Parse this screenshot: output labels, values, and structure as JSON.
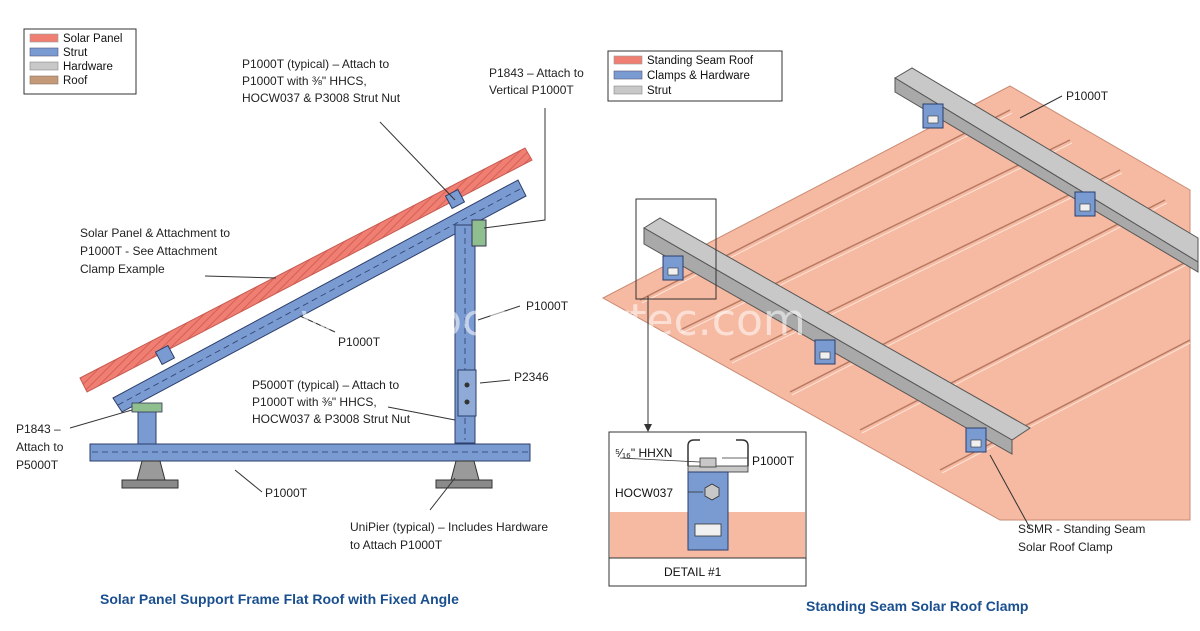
{
  "colors": {
    "solar_panel": "#ef7f73",
    "strut": "#7a9bd1",
    "hardware": "#c8c8c8",
    "roof": "#c49a78",
    "standing_seam_roof": "#f6b9a1",
    "clamps_hardware": "#7a9bd1",
    "title_blue": "#1a4f8f"
  },
  "left": {
    "legend": [
      "Solar Panel",
      "Strut",
      "Hardware",
      "Roof"
    ],
    "callouts": {
      "p1000t_typical": [
        "P1000T (typical) – Attach to",
        "P1000T with ⅜\" HHCS,",
        "HOCW037 & P3008 Strut Nut"
      ],
      "p1843_top": [
        "P1843 – Attach to",
        "Vertical P1000T"
      ],
      "solar_panel_attach": [
        "Solar Panel & Attachment to",
        "P1000T - See Attachment",
        "Clamp Example"
      ],
      "p1000t_vertical": "P1000T",
      "p1000t_incline": "P1000T",
      "p2346": "P2346",
      "p5000t_typical": [
        "P5000T (typical) – Attach to",
        "P1000T with  ⅜\" HHCS,",
        "HOCW037 & P3008 Strut Nut"
      ],
      "p1843_left": [
        "P1843 –",
        "Attach to",
        "P5000T"
      ],
      "p1000t_base": "P1000T",
      "unipier": [
        "UniPier (typical) – Includes Hardware",
        "to Attach P1000T"
      ]
    },
    "title": "Solar Panel Support Frame Flat Roof with Fixed Angle"
  },
  "right": {
    "legend": [
      "Standing Seam Roof",
      "Clamps & Hardware",
      "Strut"
    ],
    "callouts": {
      "p1000t": "P1000T",
      "ssmr": [
        "SSMR - Standing Seam",
        "Solar Roof Clamp"
      ]
    },
    "detail": {
      "hhxn": "⁵⁄₁₆\" HHXN",
      "p1000t": "P1000T",
      "hocw037": "HOCW037",
      "caption": "DETAIL #1"
    },
    "title": "Standing Seam Solar Roof Clamp"
  },
  "watermark": "www.tocenmertec.com"
}
